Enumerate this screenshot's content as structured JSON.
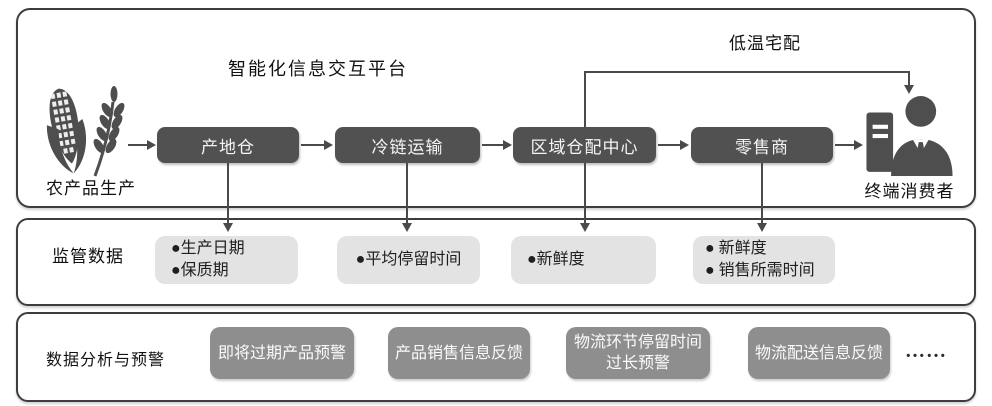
{
  "diagram": {
    "top": {
      "title": "智能化信息交互平台",
      "cold_chain_delivery_label": "低温宅配",
      "producer_label": "农产品生产",
      "consumer_label": "终端消费者",
      "nodes": [
        "产地仓",
        "冷链运输",
        "区域仓配中心",
        "零售商"
      ]
    },
    "supervision": {
      "label": "监管数据",
      "groups": [
        [
          "●生产日期",
          "●保质期"
        ],
        [
          "●平均停留时间"
        ],
        [
          "●新鲜度"
        ],
        [
          "● 新鲜度",
          "● 销售所需时间"
        ]
      ]
    },
    "analysis": {
      "label": "数据分析与预警",
      "alerts": [
        "即将过期产品预警",
        "产品销售信息反馈",
        "物流环节停留时间过长预警",
        "物流配送信息反馈"
      ],
      "more": "……"
    },
    "icons": {
      "producer": "corn-wheat-icon",
      "consumer": "person-document-icon"
    },
    "colors": {
      "node_fill": "#515151",
      "tag_fill": "#e3e3e3",
      "alert_fill": "#8e8e8e",
      "line": "#4a4a4a",
      "panel_border": "#3d3d3d"
    }
  }
}
